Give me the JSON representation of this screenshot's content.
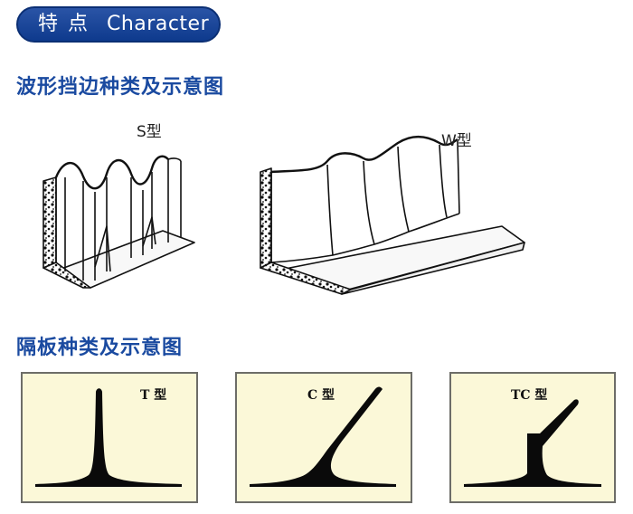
{
  "character": {
    "cn": "特点",
    "en": "Character",
    "color": "#0e3a8d"
  },
  "sidewall": {
    "heading": "波形挡边种类及示意图",
    "types": [
      {
        "label": "S型"
      },
      {
        "label": "W型"
      }
    ]
  },
  "cleat": {
    "heading": "隔板种类及示意图",
    "panel_bg": "#fbf8d8",
    "types": [
      {
        "label": "T 型"
      },
      {
        "label": "C 型"
      },
      {
        "label": "TC 型"
      }
    ]
  }
}
